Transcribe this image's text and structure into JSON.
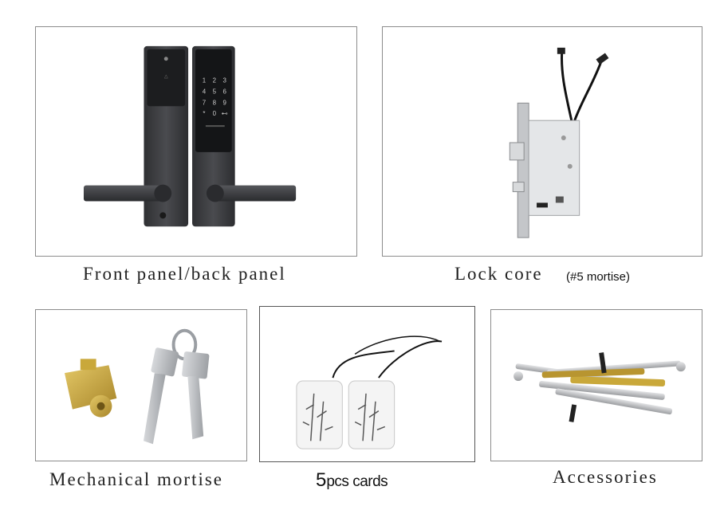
{
  "panels": {
    "front_back": {
      "caption": "Front panel/back panel",
      "keypad": [
        "1",
        "2",
        "3",
        "4",
        "5",
        "6",
        "7",
        "8",
        "9",
        "*",
        "0",
        "⊷"
      ]
    },
    "lock_core": {
      "caption": "Lock core",
      "note": "(#5 mortise)"
    },
    "mechanical": {
      "caption": "Mechanical mortise"
    },
    "cards": {
      "count": "5",
      "label": "pcs cards"
    },
    "accessories": {
      "caption": "Accessories"
    }
  },
  "colors": {
    "panel_border": "#8c8c8c",
    "lock_body": "#3a3b3e",
    "brass": "#c9a83a",
    "steel": "#b9bcc0"
  }
}
